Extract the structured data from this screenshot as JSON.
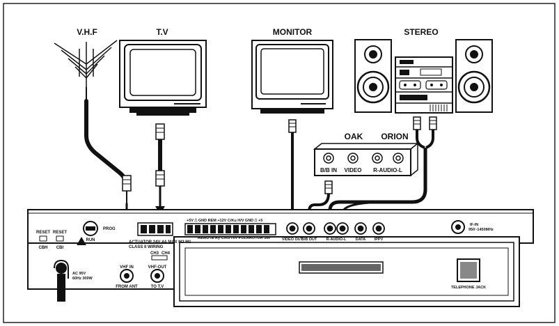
{
  "devices": {
    "vhf": "V.H.F",
    "tv": "T.V",
    "monitor": "MONITOR",
    "stereo": "STEREO"
  },
  "descrambler": {
    "oak": "OAK",
    "orion": "ORION",
    "bb_in": "B/B IN",
    "video": "VIDEO",
    "audio": "R-AUDIO-L"
  },
  "panel": {
    "reset1": "RESET",
    "reset2": "RESET",
    "cbh": "CBH",
    "cbi": "CBI",
    "run": "RUN",
    "prog": "PROG",
    "actuator1": "ACTUATOR  24V 4A MAX M2 M1",
    "actuator2": "CLASS II  WIRING",
    "terminals_top": "+5V  ⎍  GND  REM +12V C/Ku  H/V  GND  ⎍  +5",
    "terminals_bot": "REMOTE  Ry  C/Ku  H/V  POLAROTOR  SW",
    "ch3": "CH3",
    "ch4": "CH4",
    "vhf_in": "VHF IN",
    "from_ant": "FROM ANT",
    "vhf_out": "VHF-OUT",
    "to_tv": "TO T.V",
    "video_out": "VIDEO OUT",
    "bb_out": "B/B OUT",
    "audio": "R-AUDIO-L",
    "data": "DATA",
    "ippv": "IPPV",
    "if_in1": "IF-IN",
    "if_in2": "950~1450MHz",
    "ac1": "AC 95V",
    "ac2": "60Hz 300W",
    "telephone": "TELEPHONE JACK"
  }
}
